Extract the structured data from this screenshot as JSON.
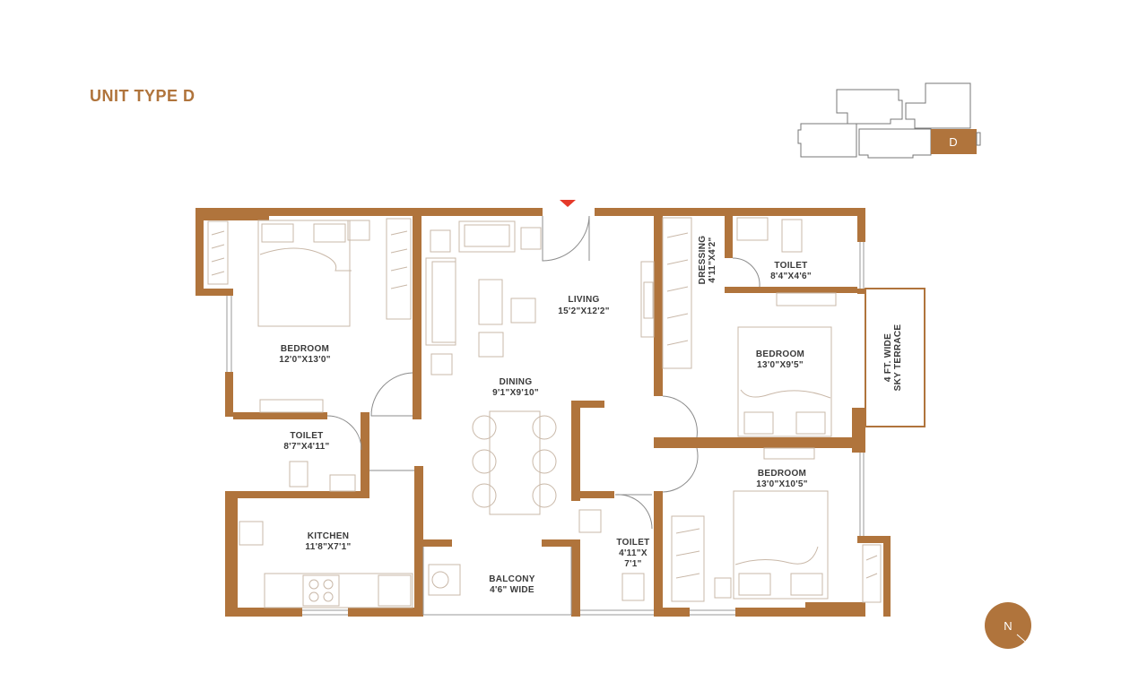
{
  "title": "UNIT TYPE D",
  "key_plan": {
    "highlight_label": "D",
    "highlight_color": "#b0743c"
  },
  "accent_color": "#b0743c",
  "rooms": {
    "bedroom_1": {
      "name": "BEDROOM",
      "size": "12'0\"X13'0\""
    },
    "toilet_1": {
      "name": "TOILET",
      "size": "8'7\"X4'11\""
    },
    "kitchen": {
      "name": "KITCHEN",
      "size": "11'8\"X7'1\""
    },
    "living": {
      "name": "LIVING",
      "size": "15'2\"X12'2\""
    },
    "dining": {
      "name": "DINING",
      "size": "9'1\"X9'10\""
    },
    "balcony": {
      "name": "BALCONY",
      "size": "4'6\" WIDE"
    },
    "dressing": {
      "name": "DRESSING",
      "size": "4'11\"X4'2\""
    },
    "toilet_2": {
      "name": "TOILET",
      "size": "8'4\"X4'6\""
    },
    "bedroom_2": {
      "name": "BEDROOM",
      "size": "13'0\"X9'5\""
    },
    "terrace": {
      "line1": "4 FT. WIDE",
      "line2": "SKY TERRACE"
    },
    "bedroom_3": {
      "name": "BEDROOM",
      "size": "13'0\"X10'5\""
    },
    "toilet_3": {
      "name": "TOILET",
      "size_line1": "4'11\"X",
      "size_line2": "7'1\""
    }
  },
  "entry_marker": "entry-arrow",
  "compass": {
    "label": "N",
    "color": "#b0743c"
  }
}
